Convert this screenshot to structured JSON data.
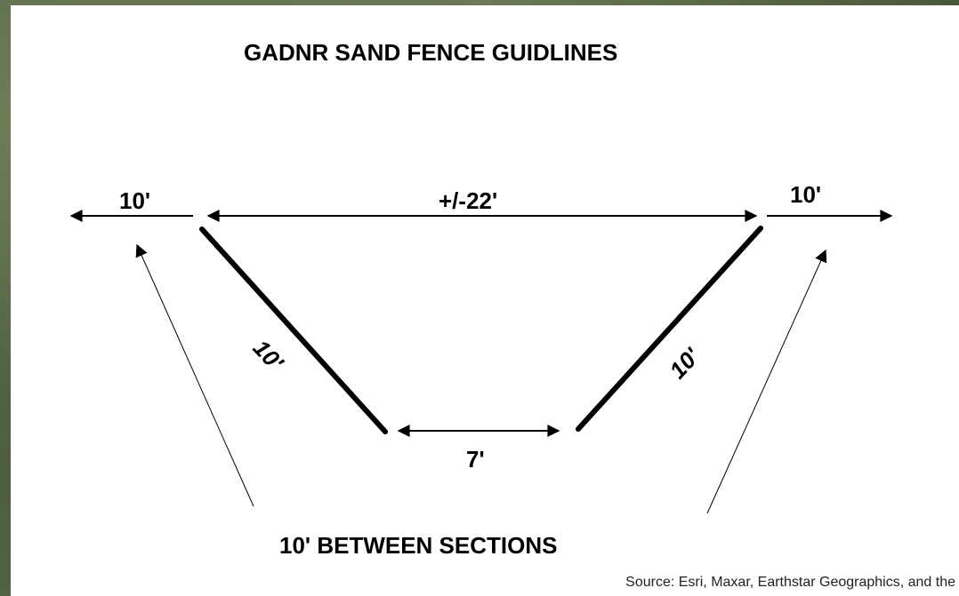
{
  "diagram": {
    "title": "GADNR SAND FENCE GUIDLINES",
    "labels": {
      "left_extension": "10'",
      "top_span": "+/-22'",
      "right_extension": "10'",
      "left_fence": "10'",
      "right_fence": "10'",
      "bottom_gap": "7'"
    },
    "footer_label": "10' BETWEEN SECTIONS"
  },
  "map": {
    "attribution": "Source: Esri, Maxar, Earthstar Geographics, and the"
  }
}
